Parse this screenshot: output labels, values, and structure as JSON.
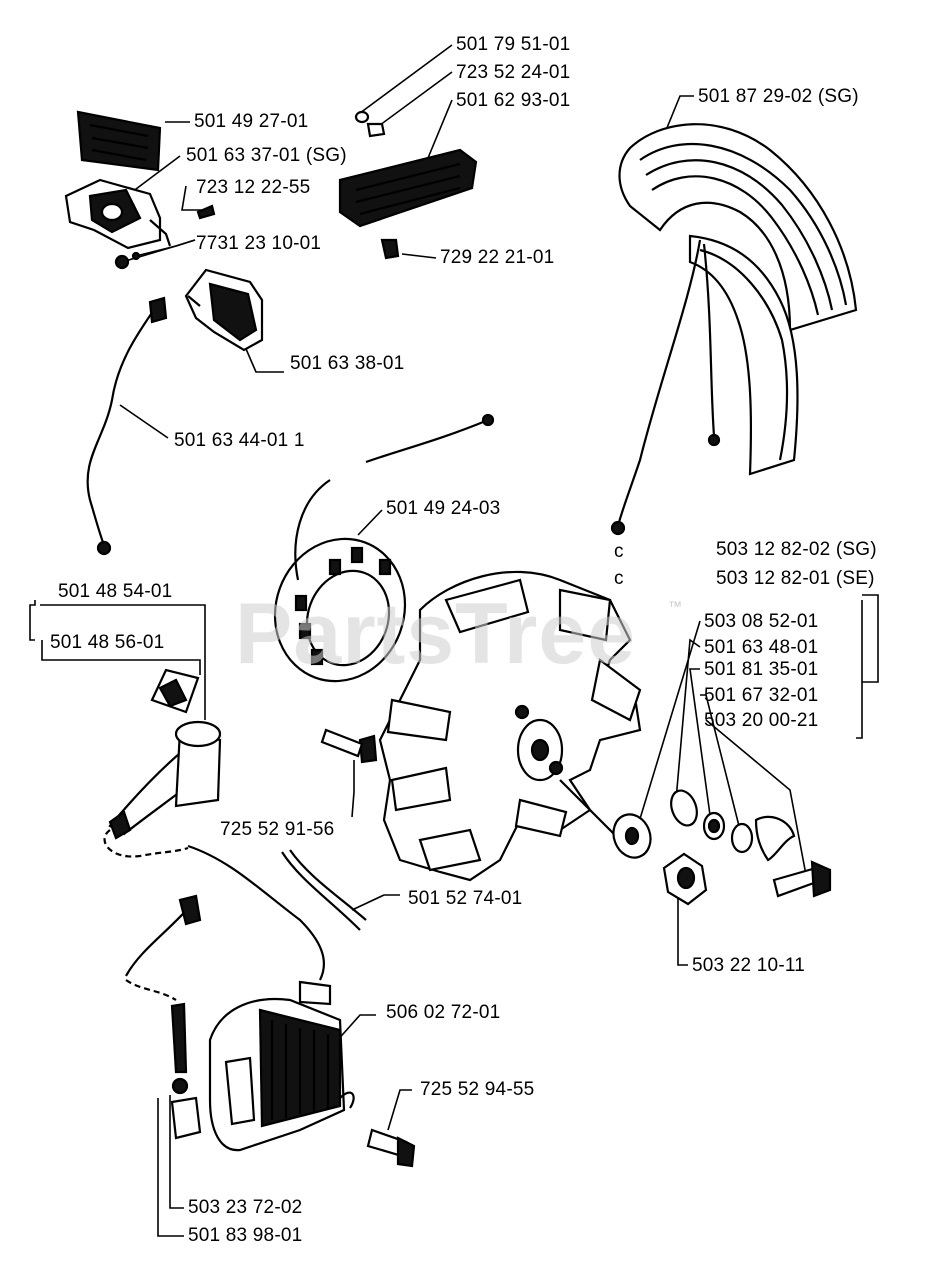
{
  "watermark": {
    "text": "PartsTree",
    "tm": "™"
  },
  "labels": {
    "p501795101": "501 79 51-01",
    "p723522401": "723 52 24-01",
    "p501629301": "501 62 93-01",
    "p501872902": "501 87 29-02 (SG)",
    "p501492701": "501 49 27-01",
    "p501633701": "501 63 37-01 (SG)",
    "p723122255": "723 12 22-55",
    "p731231001": "7731 23 10-01",
    "p729222101": "729 22 21-01",
    "p501633801": "501 63 38-01",
    "p501634401": "501 63 44-01  1",
    "p501492403": "501 49 24-03",
    "c1": "c",
    "c2": "c",
    "p503128202": "503 12 82-02 (SG)",
    "p503128201": "503 12 82-01 (SE)",
    "p501485401": "501 48 54-01",
    "p501485601": "501 48 56-01",
    "p503085201": "503 08 52-01",
    "p501634801": "501 63 48-01",
    "p501813501": "501 81 35-01",
    "p501673201": "501 67 32-01",
    "p503200021": "503 20 00-21",
    "p725529156": "725 52 91-56",
    "p501527401": "501 52 74-01",
    "p503221011": "503 22 10-11",
    "p506027201": "506 02 72-01",
    "p725529455": "725 52 94-55",
    "p503237202": "503 23 72-02",
    "p501839801": "501 83 98-01"
  }
}
